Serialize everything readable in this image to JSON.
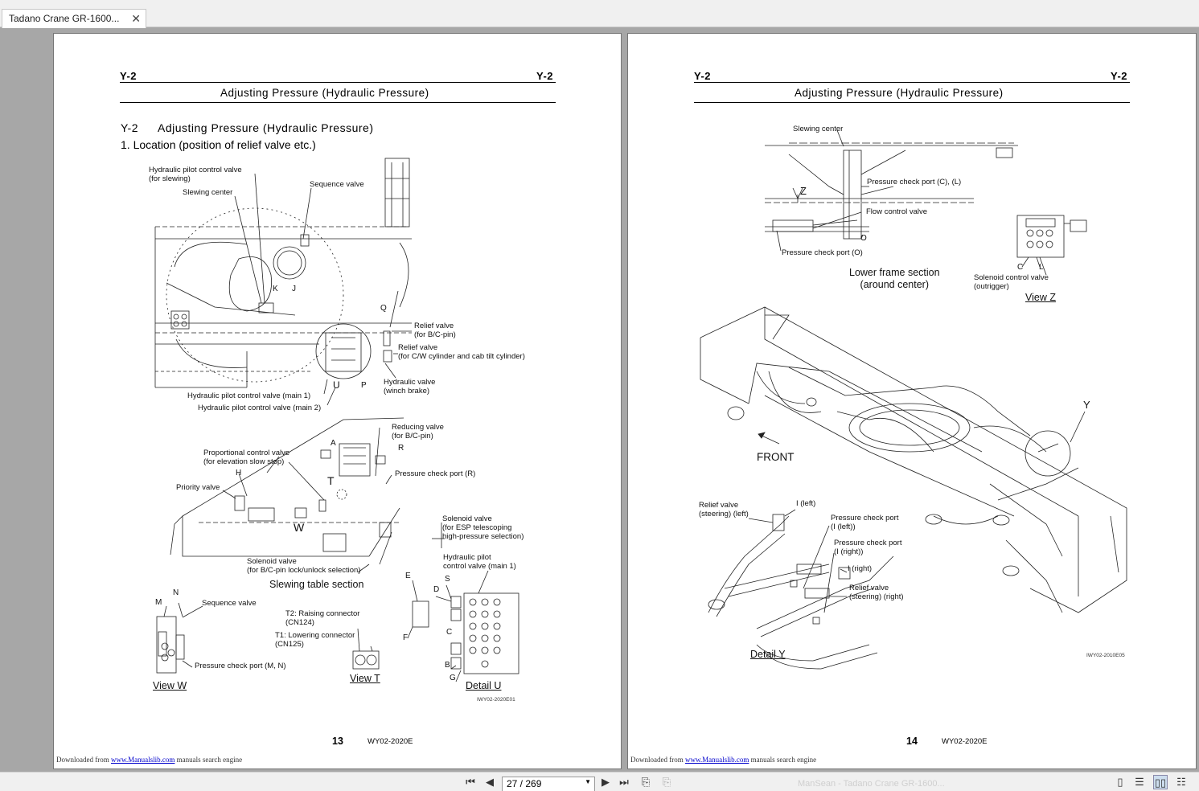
{
  "tab": {
    "title": "Tadano Crane GR-1600..."
  },
  "toolbar": {
    "page_display": "27 / 269",
    "ghost_tab": "ManSean - Tadano Crane GR-1600..."
  },
  "left_page": {
    "code_left": "Y-2",
    "code_right": "Y-2",
    "header_title": "Adjusting Pressure (Hydraulic Pressure)",
    "section_num": "Y-2",
    "section_title": "Adjusting Pressure (Hydraulic Pressure)",
    "sub_title": "1.  Location (position of relief valve etc.)",
    "labels": {
      "hpcv_slew_1": "Hydraulic pilot control valve",
      "hpcv_slew_2": "(for slewing)",
      "slewing_center": "Slewing center",
      "sequence_valve_top": "Sequence valve",
      "relief_bc_1": "Relief valve",
      "relief_bc_2": "(for B/C-pin)",
      "relief_cw_1": "Relief valve",
      "relief_cw_2": "(for C/W cylinder and cab tilt cylinder)",
      "hpv_winch_1": "Hydraulic valve",
      "hpv_winch_2": "(winch brake)",
      "hpcv_main1": "Hydraulic pilot control valve (main 1)",
      "hpcv_main2": "Hydraulic pilot control valve (main 2)",
      "reducing_1": "Reducing valve",
      "reducing_2": "(for B/C-pin)",
      "prop_1": "Proportional control valve",
      "prop_2": "(for elevation slow stop)",
      "priority": "Priority valve",
      "pcp_r": "Pressure check port (R)",
      "sol_esp_1": "Solenoid valve",
      "sol_esp_2": "(for ESP telescoping",
      "sol_esp_3": "high-pressure selection)",
      "sol_bc_1": "Solenoid valve",
      "sol_bc_2": "(for B/C-pin lock/unlock selection)",
      "hp_main1_1": "Hydraulic pilot",
      "hp_main1_2": "control valve (main 1)",
      "sequence_valve_w": "Sequence valve",
      "t2_1": "T2: Raising connector",
      "t2_2": "(CN124)",
      "t1_1": "T1: Lowering connector",
      "t1_2": "(CN125)",
      "pcp_mn": "Pressure check port (M, N)"
    },
    "letters": {
      "K": "K",
      "J": "J",
      "Q": "Q",
      "U": "U",
      "P": "P",
      "A": "A",
      "R": "R",
      "T": "T",
      "H": "H",
      "W": "W",
      "E": "E",
      "D": "D",
      "S": "S",
      "F": "F",
      "B": "B",
      "G": "G",
      "C": "C",
      "M": "M",
      "N": "N"
    },
    "captions": {
      "slewing_table": "Slewing table section",
      "view_w": "View W",
      "view_t": "View T",
      "detail_u": "Detail U"
    },
    "fig_code": "IWY02-2020E01",
    "page_number": "13",
    "doc_code": "WY02-2020E"
  },
  "right_page": {
    "code_left": "Y-2",
    "code_right": "Y-2",
    "header_title": "Adjusting Pressure (Hydraulic Pressure)",
    "labels": {
      "slewing_center": "Slewing center",
      "pcp_cl": "Pressure check port (C), (L)",
      "flow_cv": "Flow control valve",
      "pcp_o": "Pressure check port (O)",
      "sol_cv_1": "Solenoid control valve",
      "sol_cv_2": "(outrigger)",
      "relief_st_l_1": "Relief valve",
      "relief_st_l_2": "(steering) (left)",
      "i_left": "I (left)",
      "pcp_il_1": "Pressure check port",
      "pcp_il_2": "(I (left))",
      "pcp_ir_1": "Pressure check port",
      "pcp_ir_2": "(I (right))",
      "i_right": "I (right)",
      "relief_st_r_1": "Relief valve",
      "relief_st_r_2": "(steering) (right)",
      "front": "FRONT"
    },
    "letters": {
      "Z": "Z",
      "O": "O",
      "C": "C",
      "L": "L",
      "Y": "Y"
    },
    "captions": {
      "lower_frame_1": "Lower frame section",
      "lower_frame_2": "(around center)",
      "view_z": "View Z",
      "detail_y": "Detail Y"
    },
    "fig_code": "IWY02-2010E05",
    "page_number": "14",
    "doc_code": "WY02-2020E"
  },
  "footer": {
    "prefix": "Downloaded from ",
    "link": "www.Manualslib.com",
    "suffix": " manuals search engine"
  }
}
